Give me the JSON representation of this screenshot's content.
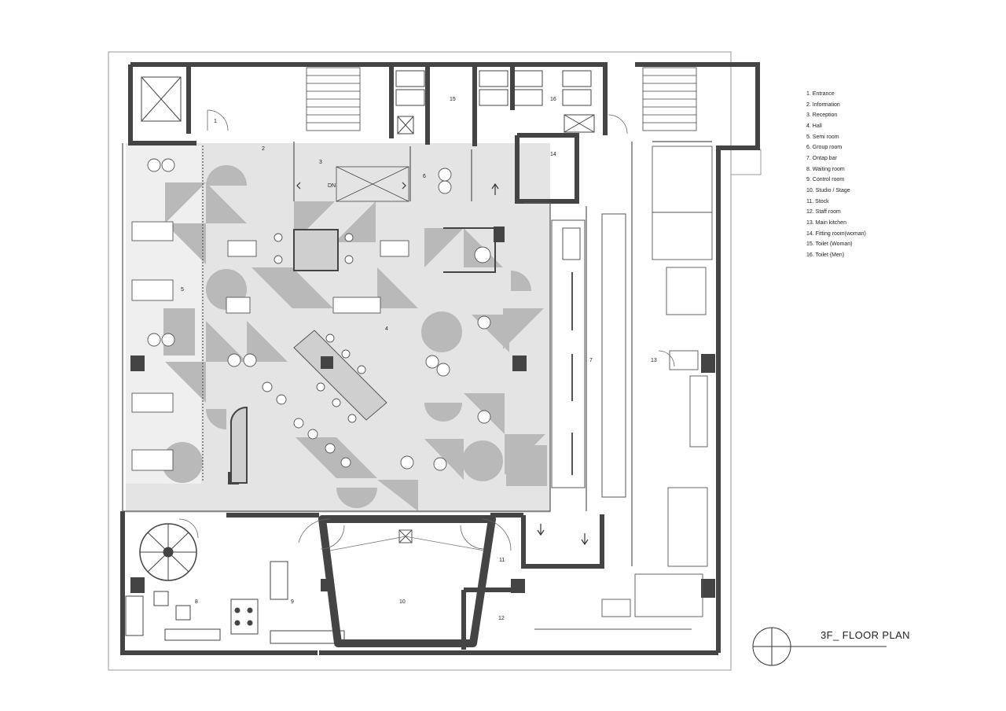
{
  "plan": {
    "title": "3F_ FLOOR PLAN",
    "colors": {
      "wall": "#444444",
      "shade": "#b9b9b9",
      "light": "#e6e6e6",
      "line": "#555555"
    }
  },
  "legend": [
    "1. Entrance",
    "2. Information",
    "3. Reception",
    "4. Hall",
    "5. Semi room",
    "6. Group room",
    "7. Ontap bar",
    "8. Waiting room",
    "9. Control room",
    "10. Studio / Stage",
    "11. Stock",
    "12. Staff room",
    "13. Main kitchen",
    "14. Fitting room(woman)",
    "15. Toilet (Woman)",
    "16. Toilet (Men)"
  ],
  "room_labels": [
    {
      "id": "r1",
      "text": "1"
    },
    {
      "id": "r2",
      "text": "2"
    },
    {
      "id": "r3",
      "text": "3"
    },
    {
      "id": "r4",
      "text": "4"
    },
    {
      "id": "r5",
      "text": "5"
    },
    {
      "id": "r6",
      "text": "6"
    },
    {
      "id": "r7",
      "text": "7"
    },
    {
      "id": "r8",
      "text": "8"
    },
    {
      "id": "r9",
      "text": "9"
    },
    {
      "id": "r10",
      "text": "10"
    },
    {
      "id": "r11",
      "text": "11"
    },
    {
      "id": "r12",
      "text": "12"
    },
    {
      "id": "r13",
      "text": "13"
    },
    {
      "id": "r14",
      "text": "14"
    },
    {
      "id": "r15",
      "text": "15"
    },
    {
      "id": "r16",
      "text": "16"
    },
    {
      "id": "dn",
      "text": "DN"
    }
  ]
}
